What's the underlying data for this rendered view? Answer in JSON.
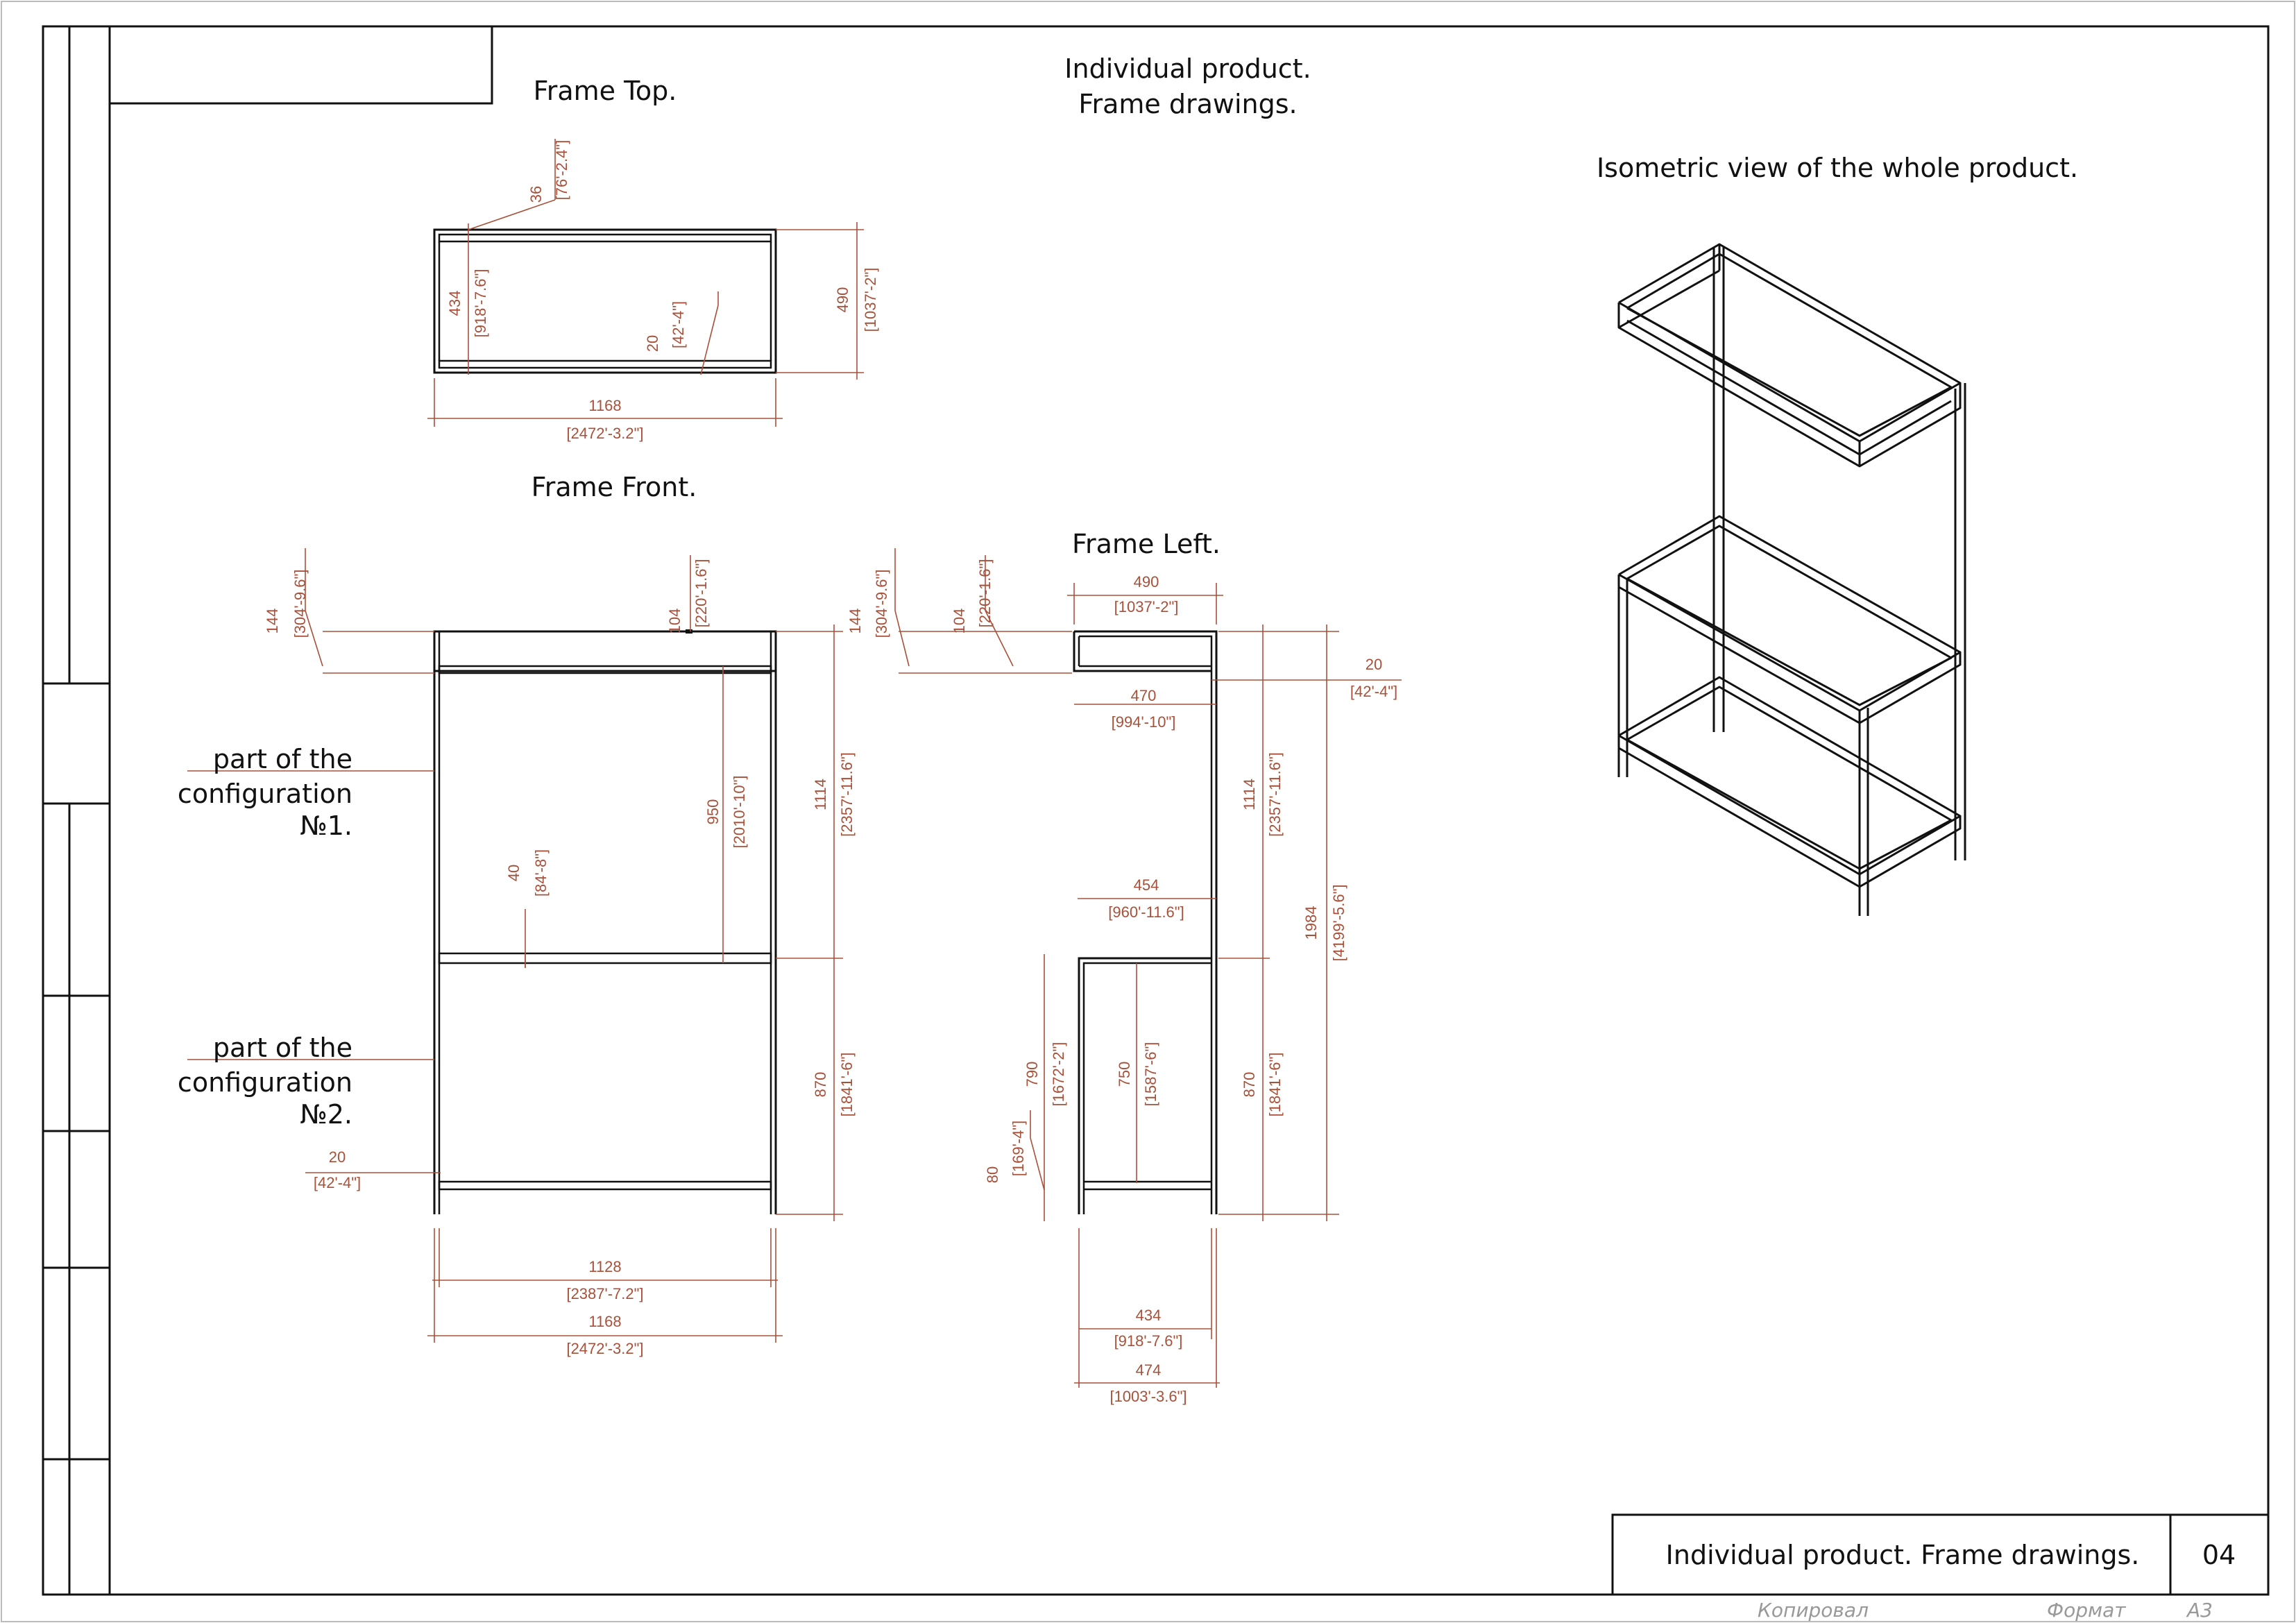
{
  "sheet": {
    "main_title": [
      "Individual product.",
      "Frame drawings."
    ],
    "title_block_text": "Individual product. Frame drawings.",
    "sheet_number": "04",
    "footer_copied": "Копировал",
    "footer_format_label": "Формат",
    "footer_format_value": "A3"
  },
  "views": {
    "top": {
      "title": "Frame Top.",
      "dims": {
        "d36": "36",
        "d36i": "[76'-2.4\"]",
        "d434": "434",
        "d434i": "[918'-7.6\"]",
        "d20": "20",
        "d20i": "[42'-4\"]",
        "d490": "490",
        "d490i": "[1037'-2\"]",
        "d1168": "1168",
        "d1168i": "[2472'-3.2\"]"
      }
    },
    "front": {
      "title": "Frame Front.",
      "dims": {
        "d144": "144",
        "d144i": "[304'-9.6\"]",
        "d104": "104",
        "d104i": "[220'-1.6\"]",
        "d950": "950",
        "d950i": "[2010'-10\"]",
        "d40": "40",
        "d40i": "[84'-8\"]",
        "d1114": "1114",
        "d1114i": "[2357'-11.6\"]",
        "d870": "870",
        "d870i": "[1841'-6\"]",
        "d20": "20",
        "d20i": "[42'-4\"]",
        "d1128": "1128",
        "d1128i": "[2387'-7.2\"]",
        "d1168": "1168",
        "d1168i": "[2472'-3.2\"]"
      }
    },
    "left": {
      "title": "Frame Left.",
      "dims": {
        "d490": "490",
        "d490i": "[1037'-2\"]",
        "d144": "144",
        "d144i": "[304'-9.6\"]",
        "d104": "104",
        "d104i": "[220'-1.6\"]",
        "d20": "20",
        "d20i": "[42'-4\"]",
        "d470": "470",
        "d470i": "[994'-10\"]",
        "d1114": "1114",
        "d1114i": "[2357'-11.6\"]",
        "d1984": "1984",
        "d1984i": "[4199'-5.6\"]",
        "d454": "454",
        "d454i": "[960'-11.6\"]",
        "d790": "790",
        "d790i": "[1672'-2\"]",
        "d750": "750",
        "d750i": "[1587'-6\"]",
        "d80": "80",
        "d80i": "[169'-4\"]",
        "d870": "870",
        "d870i": "[1841'-6\"]",
        "d434": "434",
        "d434i": "[918'-7.6\"]",
        "d474": "474",
        "d474i": "[1003'-3.6\"]"
      }
    },
    "iso": {
      "title": "Isometric view of the whole product."
    }
  },
  "notes": {
    "config1": [
      "part of the",
      "configuration",
      "№1."
    ],
    "config2": [
      "part of the",
      "configuration",
      "№2."
    ]
  },
  "colors": {
    "dimension": "#a8513a",
    "lines": "#111111"
  }
}
